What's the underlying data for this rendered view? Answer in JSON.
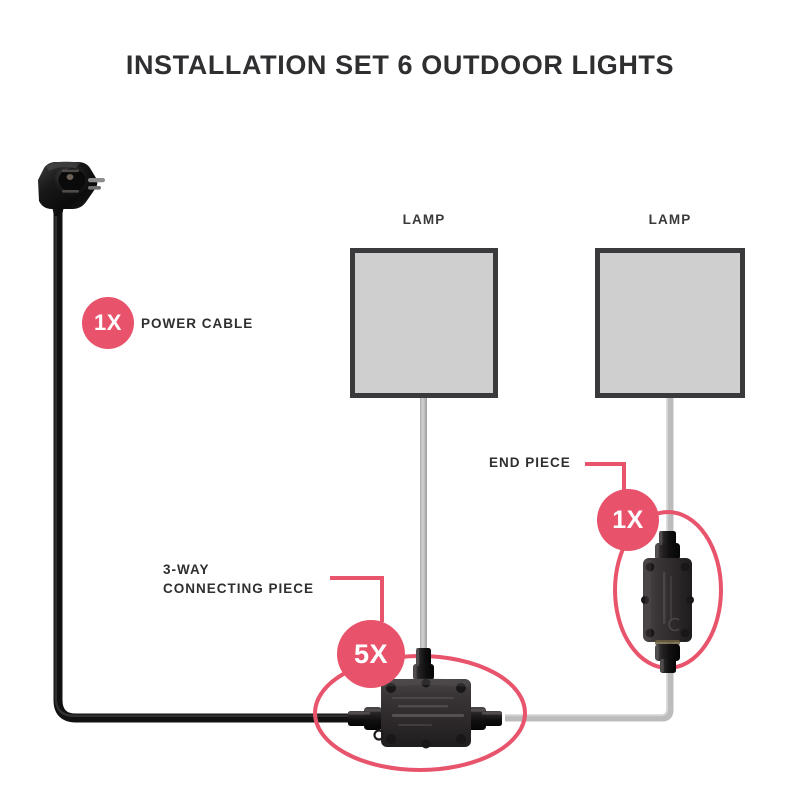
{
  "page": {
    "title": "INSTALLATION SET 6 OUTDOOR LIGHTS",
    "background_color": "#ffffff",
    "accent_color": "#e8536b",
    "dark_color": "#2f2f31",
    "lamp_fill_color": "#cfcfcf",
    "gray_cable_color": "#c3c3c3",
    "black_cable_color": "#1b1b1b"
  },
  "lamps": [
    {
      "label": "LAMP"
    },
    {
      "label": "LAMP"
    }
  ],
  "callouts": [
    {
      "id": "power-cable",
      "label": "POWER CABLE",
      "quantity": "1X"
    },
    {
      "id": "end-piece",
      "label": "END PIECE",
      "quantity": "1X"
    },
    {
      "id": "three-way",
      "label": "3-WAY\nCONNECTING PIECE",
      "quantity": "5X"
    }
  ],
  "components": {
    "plug": {
      "name": "schuko-power-plug"
    },
    "junction_box": {
      "name": "three-way-junction-box"
    },
    "end_connector": {
      "name": "end-piece-connector"
    }
  }
}
